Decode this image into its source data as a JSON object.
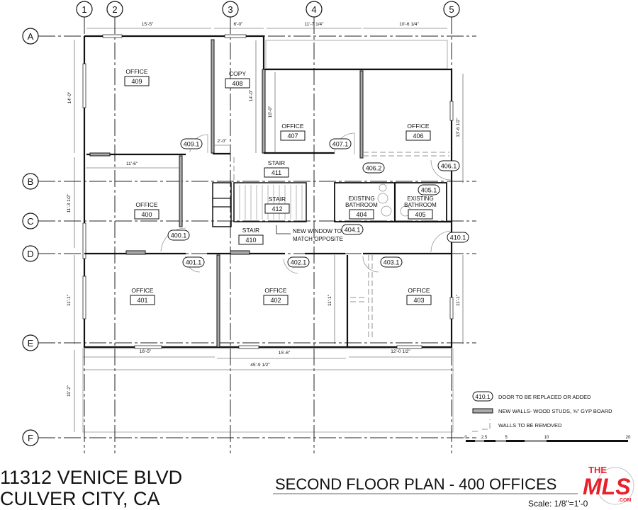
{
  "grid": {
    "columns": [
      "1",
      "2",
      "3",
      "4",
      "5"
    ],
    "rows": [
      "A",
      "B",
      "C",
      "D",
      "E",
      "F"
    ]
  },
  "rooms": [
    {
      "name": "OFFICE",
      "number": "409"
    },
    {
      "name": "COPY",
      "number": "408"
    },
    {
      "name": "OFFICE",
      "number": "407"
    },
    {
      "name": "OFFICE",
      "number": "406"
    },
    {
      "name": "STAIR",
      "number": "411"
    },
    {
      "name": "STAIR",
      "number": "412"
    },
    {
      "name": "OFFICE",
      "number": "400"
    },
    {
      "name": "STAIR",
      "number": "410"
    },
    {
      "name": "EXISTING BATHROOM",
      "number": "404"
    },
    {
      "name": "EXISTING BATHROOM",
      "number": "405"
    },
    {
      "name": "OFFICE",
      "number": "401"
    },
    {
      "name": "OFFICE",
      "number": "402"
    },
    {
      "name": "OFFICE",
      "number": "403"
    }
  ],
  "doors": [
    "409.1",
    "407.1",
    "406.2",
    "406.1",
    "405.1",
    "404.1",
    "410.1",
    "400.1",
    "401.1",
    "402.1",
    "403.1"
  ],
  "dimensions": [
    "15'-5\"",
    "6'-0\"",
    "11'-7 1/4\"",
    "10'-6 1/4\"",
    "14'-0\"",
    "14'-0\"",
    "10'-0\"",
    "13'-6 1/2\"",
    "2'-0\"",
    "11'-6\"",
    "11'-3 1/2\"",
    "11'-1\"",
    "11'-1\"",
    "11'-1\"",
    "16'-5\"",
    "15'-6\"",
    "12'-0 1/2\"",
    "45'-9 1/2\"",
    "11'-2\""
  ],
  "note": [
    "NEW WINDOW TO",
    "MATCH OPPOSITE"
  ],
  "legend": {
    "door_tag": "410.1",
    "door_text": "DOOR TO BE REPLACED OR ADDED",
    "new_walls_text": "NEW WALLS- WOOD STUDS, ⅝\" GYP BOARD",
    "remove_text": "WALLS TO BE REMOVED",
    "scale_ticks": [
      "0",
      "2.5",
      "5",
      "10",
      "20"
    ]
  },
  "title_block": {
    "address_line1": "11312 VENICE BLVD",
    "address_line2": "CULVER CITY, CA",
    "sheet_title": "SECOND FLOOR PLAN - 400 OFFICES",
    "scale": "Scale: 1/8\"=1'-0"
  },
  "watermark": {
    "logo_text": "THE MLS .COM",
    "color": "#e8202a"
  }
}
